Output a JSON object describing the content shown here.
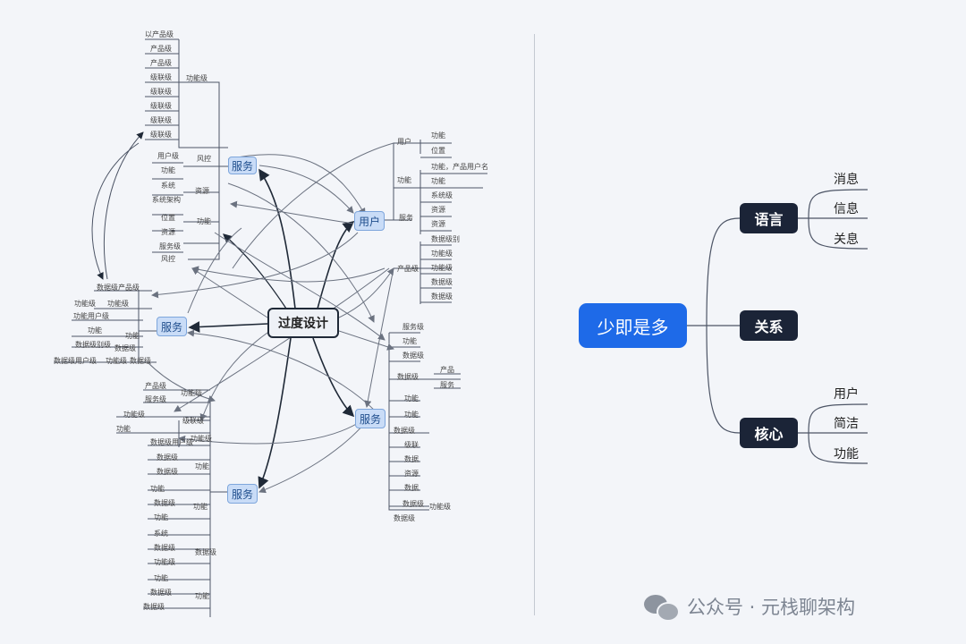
{
  "left": {
    "center": "过度设计",
    "hubs": {
      "top_service": "服务",
      "user": "用户",
      "left_service": "服务",
      "right_service": "服务",
      "bottom_service": "服务"
    },
    "labels": {
      "t1": "以产品级",
      "t2": "产品级",
      "t3": "产品级",
      "t4": "级联级",
      "t5": "级联级",
      "t6": "级联级",
      "t7": "级联级",
      "t8": "级联级",
      "t9": "功能级",
      "t10": "用户级",
      "t11": "风控",
      "t12": "功能",
      "t13": "系统",
      "t14": "系统架构",
      "t15": "资源",
      "t16": "位置",
      "t17": "功能",
      "t18": "资源",
      "t19": "服务级",
      "t20": "风控",
      "t21": "用户",
      "t22": "功能",
      "t23": "位置",
      "t24": "功能",
      "t25": "功能，产品用户名",
      "t26": "功能",
      "t27": "系统级",
      "t28": "服务",
      "t29": "资源",
      "t30": "资源",
      "t31": "数据级别",
      "t32": "功能级",
      "t33": "产品级",
      "t34": "功能级",
      "t35": "数据级",
      "t36": "数据级",
      "t37": "服务级",
      "t38": "功能",
      "t39": "数据级",
      "t40": "数据级",
      "t41": "产品",
      "t42": "服务",
      "t43": "功能",
      "t44": "功能",
      "t45": "数据级",
      "t46": "级联",
      "t47": "数据",
      "t48": "资源",
      "t49": "数据",
      "t50": "数据级",
      "t51": "数据级",
      "t52": "数据级产品级",
      "t53": "功能级",
      "t54": "功能用户级",
      "t55": "功能",
      "t56": "功能",
      "t57": "数据级别级",
      "t58": "数据级用户级",
      "t59": "功能级",
      "t60": "数据级",
      "t61": "产品级",
      "t62": "功能级",
      "t63": "服务级",
      "t64": "功能级",
      "t65": "级联级",
      "t66": "功能",
      "t67": "数据级用户级",
      "t68": "功能级",
      "t69": "数据级",
      "t70": "功能",
      "t71": "数据级",
      "t72": "功能",
      "t73": "功能",
      "t74": "数据级",
      "t75": "功能",
      "t76": "系统",
      "t77": "数据级",
      "t78": "数据级",
      "t79": "功能级",
      "t80": "功能",
      "t81": "数据级",
      "t82": "功能",
      "t83": "数据级",
      "t84": "功能级",
      "t85": "数据级",
      "t86": "功能级"
    }
  },
  "right": {
    "center": "少即是多",
    "branches": [
      {
        "label": "语言",
        "leaves": [
          "消息",
          "信息",
          "关息"
        ]
      },
      {
        "label": "关系",
        "leaves": []
      },
      {
        "label": "核心",
        "leaves": [
          "用户",
          "简洁",
          "功能"
        ]
      }
    ]
  },
  "watermark": "公众号 · 元栈聊架构",
  "colors": {
    "background": "#f3f5f9",
    "accent_blue": "#1e6ae8",
    "dark_node": "#1b2437",
    "hub_fill": "#c9dcf7",
    "line": "#4d5566"
  }
}
